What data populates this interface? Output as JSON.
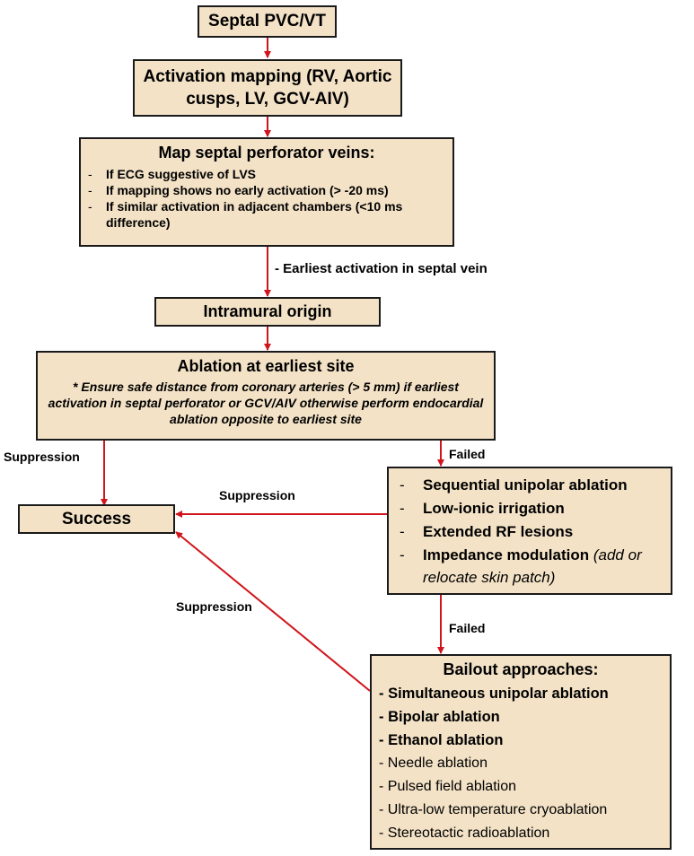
{
  "nodes": {
    "start": "Septal PVC/VT",
    "activation": "Activation mapping (RV, Aortic cusps, LV, GCV-AIV)",
    "septal_veins": {
      "title": "Map septal perforator veins:",
      "items": [
        "If ECG suggestive of LVS",
        "If mapping shows no early activation (> -20 ms)",
        "If similar activation in adjacent chambers (<10 ms difference)"
      ]
    },
    "intramural": "Intramural origin",
    "ablation": {
      "title": "Ablation at earliest site",
      "note": "* Ensure safe distance from coronary arteries (> 5 mm) if earliest activation in septal perforator or GCV/AIV otherwise perform endocardial ablation opposite to earliest site"
    },
    "success": "Success",
    "techniques": {
      "items": [
        {
          "bold": "Sequential unipolar ablation",
          "italic": ""
        },
        {
          "bold": "Low-ionic irrigation",
          "italic": ""
        },
        {
          "bold": "Extended RF lesions",
          "italic": ""
        },
        {
          "bold": "Impedance modulation",
          "italic": " (add or relocate skin patch)"
        }
      ]
    },
    "bailout": {
      "title": "Bailout approaches:",
      "bold_items": [
        "- Simultaneous unipolar ablation",
        "- Bipolar ablation",
        "- Ethanol ablation"
      ],
      "items": [
        "- Needle ablation",
        "- Pulsed field ablation",
        "- Ultra-low temperature cryoablation",
        "- Stereotactic radioablation"
      ]
    }
  },
  "edge_labels": {
    "earliest_septal": "- Earliest activation in septal vein",
    "suppression_left": "Suppression",
    "suppression_mid": "Suppression",
    "suppression_low": "Suppression",
    "failed_1": "Failed",
    "failed_2": "Failed"
  },
  "colors": {
    "box_fill": "#f3e2c6",
    "box_border": "#1a1a1a",
    "arrow": "#d0161c"
  }
}
